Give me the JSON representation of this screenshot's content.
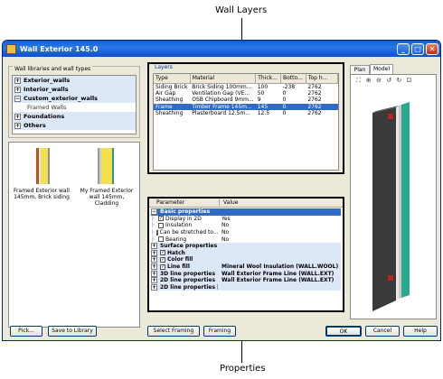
{
  "callouts": {
    "top": "Wall Layers",
    "bottom": "Properties"
  },
  "window": {
    "title": "Wall Exterior 145.0"
  },
  "library": {
    "label": "Wall libraries and wall types",
    "items": [
      {
        "label": "Exterior_walls",
        "sign": "+",
        "type": "group"
      },
      {
        "label": "Interior_walls",
        "sign": "+",
        "type": "group"
      },
      {
        "label": "Custom_exterior_walls",
        "sign": "−",
        "type": "group"
      },
      {
        "label": "Framed Walls",
        "sign": "",
        "type": "child"
      },
      {
        "label": "Foundations",
        "sign": "+",
        "type": "group"
      },
      {
        "label": "Others",
        "sign": "+",
        "type": "group"
      }
    ],
    "thumbnails": [
      {
        "caption": "Framed Exterior wall 145mm, Brick siding"
      },
      {
        "caption": "My Framed Exterior wall 145mm, Cladding"
      }
    ]
  },
  "layers": {
    "label": "Layers",
    "columns": [
      "Type",
      "Material",
      "Thick...",
      "Botto...",
      "Top h..."
    ],
    "rows": [
      [
        "Siding Brick",
        "Brick Siding 100mm...",
        "100",
        "-238",
        "2762"
      ],
      [
        "Air Gap",
        "Ventilation Gap (VE...",
        "50",
        "0",
        "2762"
      ],
      [
        "Sheathing",
        "OSB Chipboard 9mm...",
        "9",
        "0",
        "2762"
      ],
      [
        "Frame",
        "Timber Frame 145m...",
        "145",
        "0",
        "2762"
      ],
      [
        "Sheathing",
        "Plasterboard 12.5m...",
        "12.5",
        "0",
        "2762"
      ]
    ],
    "selected_index": 3
  },
  "properties": {
    "columns": [
      "Parameter",
      "Value"
    ],
    "rows": [
      {
        "kind": "head",
        "sign": "−",
        "name": "Basic properties",
        "value": ""
      },
      {
        "kind": "check",
        "checked": true,
        "name": "Display in 2D",
        "value": "Yes"
      },
      {
        "kind": "check",
        "checked": false,
        "name": "Insulation",
        "value": "No"
      },
      {
        "kind": "check",
        "checked": false,
        "name": "Can be stretched to...",
        "value": "No"
      },
      {
        "kind": "check",
        "checked": false,
        "name": "Bearing",
        "value": "No"
      },
      {
        "kind": "cat",
        "sign": "+",
        "name": "Surface properties",
        "value": ""
      },
      {
        "kind": "catcheck",
        "sign": "+",
        "checked": true,
        "name": "Hatch",
        "value": ""
      },
      {
        "kind": "catcheck",
        "sign": "+",
        "checked": true,
        "name": "Color fill",
        "value": ""
      },
      {
        "kind": "catcheck",
        "sign": "+",
        "checked": true,
        "name": "Line fill",
        "value": "Mineral Wool Insulation (WALL.WOOL)"
      },
      {
        "kind": "cat",
        "sign": "+",
        "name": "3D line properties",
        "value": "Wall Exterior Frame Line (WALL.EXT)"
      },
      {
        "kind": "cat",
        "sign": "+",
        "name": "2D line properties",
        "value": "Wall Exterior Frame Line (WALL.EXT)"
      },
      {
        "kind": "cat",
        "sign": "+",
        "name": "2D line properties [...",
        "value": ""
      }
    ]
  },
  "preview": {
    "tabs": [
      "Plan",
      "Model"
    ],
    "active_tab": "Model"
  },
  "buttons": {
    "pick": "Pick...",
    "save_to_library": "Save to Library",
    "select_framing": "Select Framing",
    "framing": "Framing",
    "ok": "OK",
    "cancel": "Cancel",
    "help": "Help"
  },
  "colors": {
    "selection": "#316ac5",
    "title_bar": "#0a5fd8",
    "brick": "#c05020",
    "insulation": "#f0e050",
    "panel_green": "#2a9a80"
  }
}
